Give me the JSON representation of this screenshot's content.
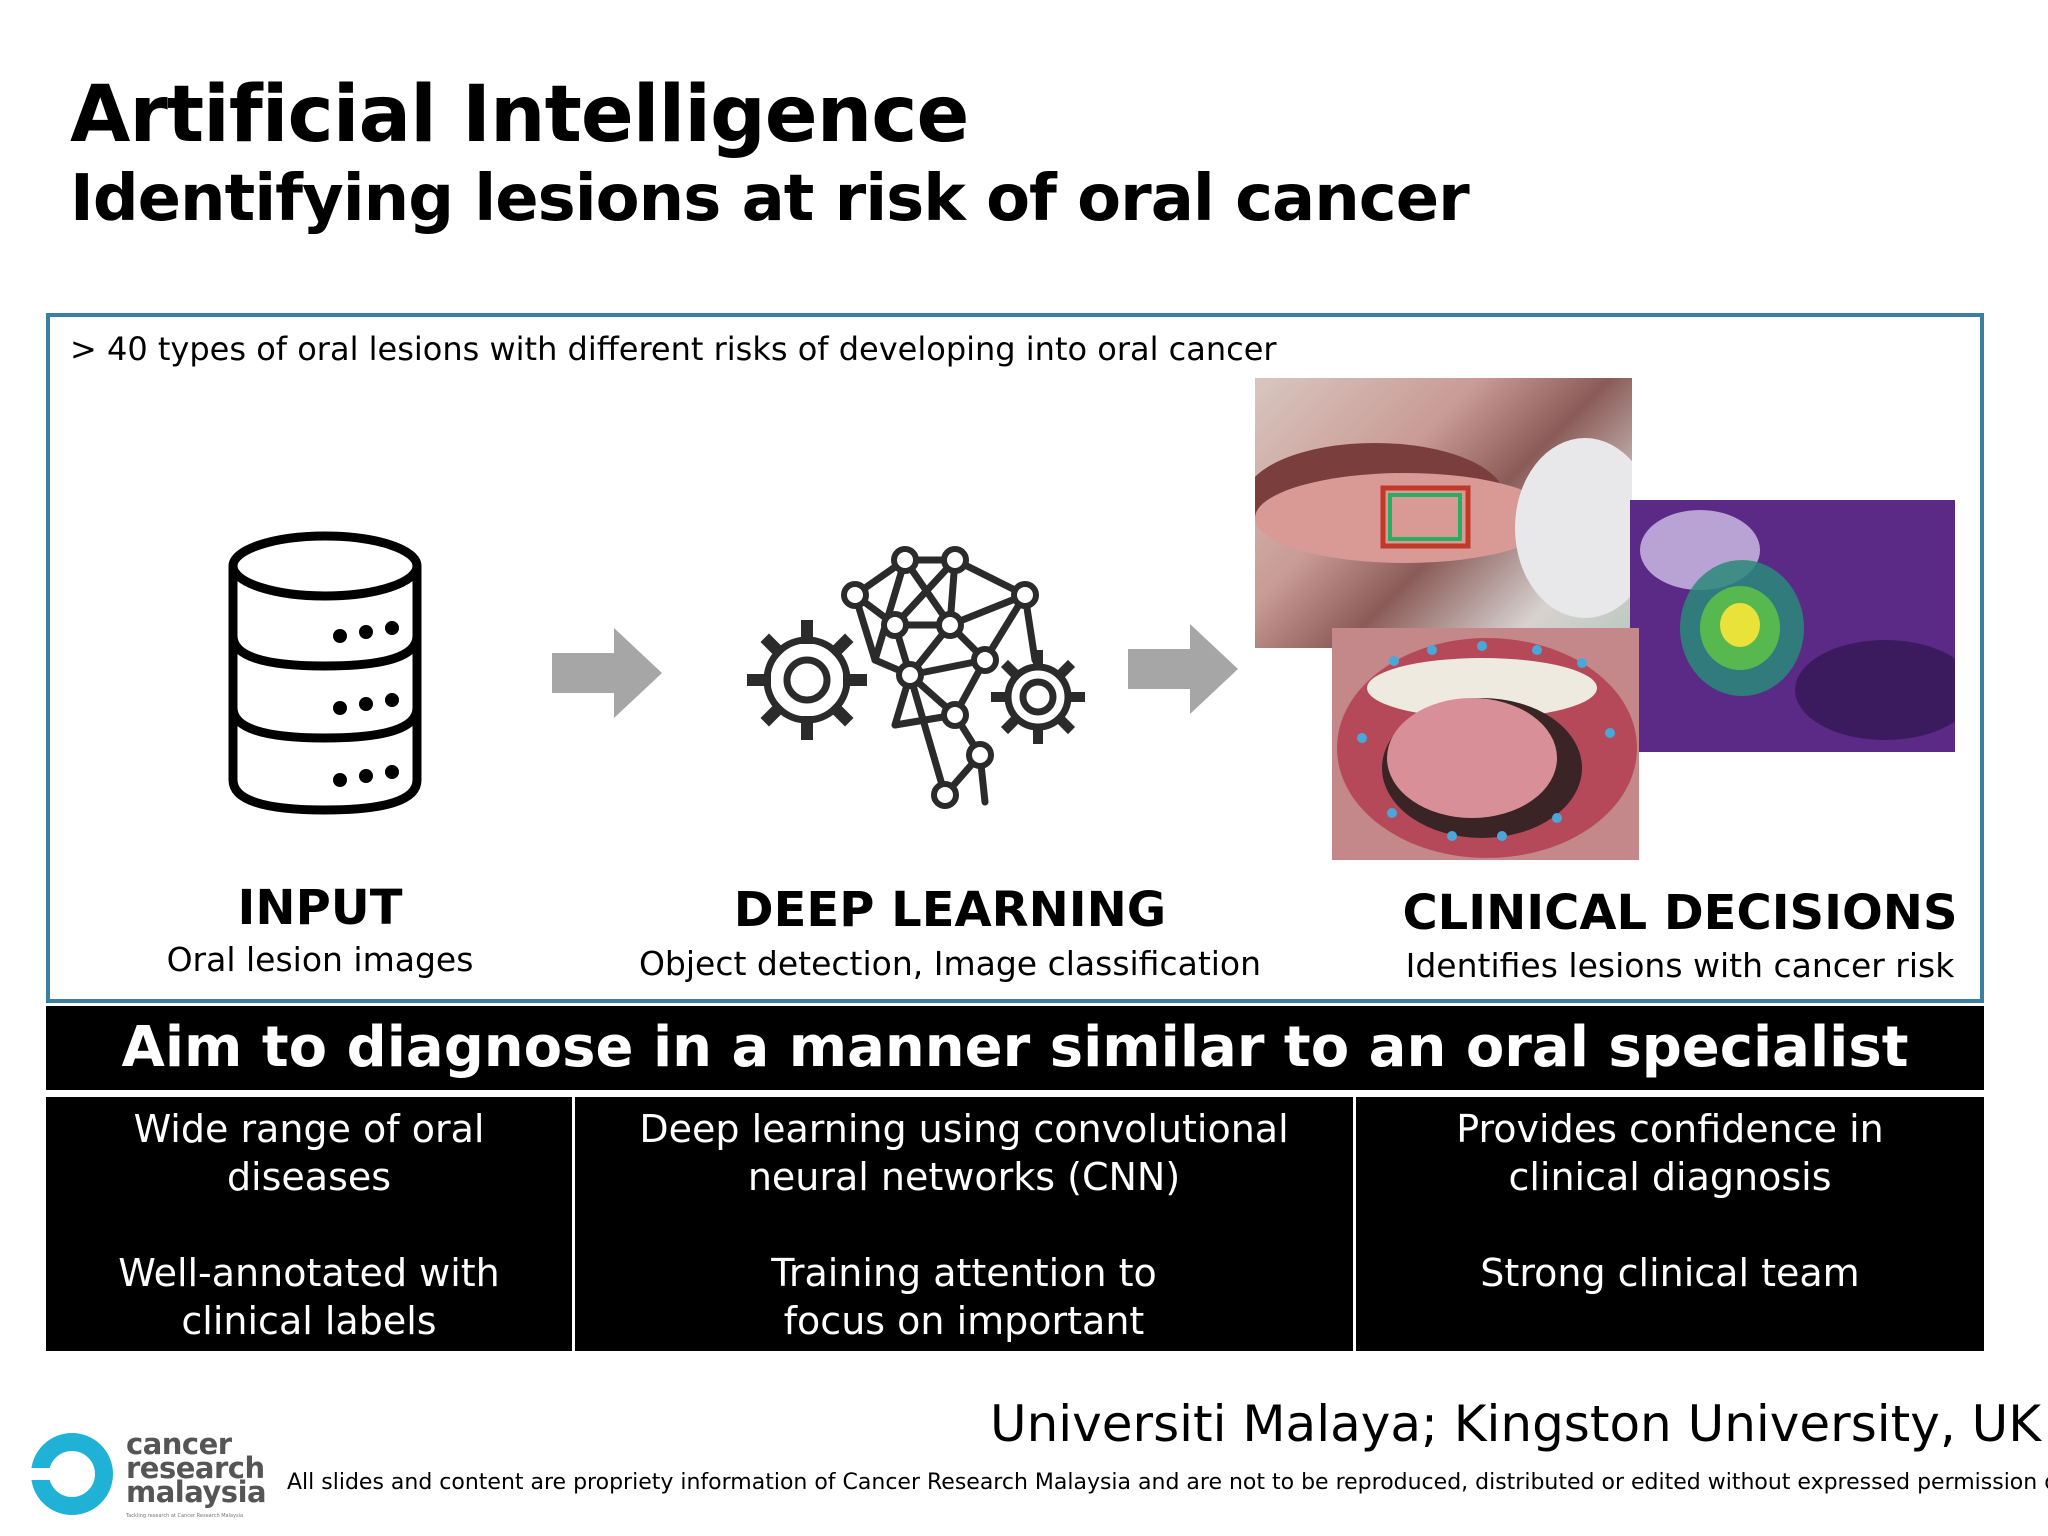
{
  "header": {
    "title": "Artificial Intelligence",
    "subtitle": "Identifying lesions at risk of oral cancer"
  },
  "panel": {
    "lead": "> 40 types of oral lesions with different risks of developing into oral cancer",
    "steps": [
      {
        "heading": "INPUT",
        "caption": "Oral lesion images",
        "icon": "database-icon"
      },
      {
        "heading": "DEEP LEARNING",
        "caption": "Object detection, Image classification",
        "icon": "brain-network-gears-icon"
      },
      {
        "heading": "CLINICAL DECISIONS",
        "caption": "Identifies lesions with cancer risk",
        "icon": "oral-lesion-photos"
      }
    ],
    "arrow_color": "#a6a6a6",
    "border_color": "#3a7ea0"
  },
  "aim": "Aim to diagnose in a manner similar to an oral specialist",
  "columns": [
    {
      "items": [
        "Wide range of oral diseases",
        "Well-annotated with clinical labels"
      ]
    },
    {
      "items": [
        "Deep learning using convolutional neural networks (CNN)",
        "Training attention to focus on important regions"
      ]
    },
    {
      "items": [
        "Provides confidence in clinical diagnosis",
        "Strong clinical team"
      ]
    }
  ],
  "affiliation": "Universiti Malaya; Kingston University, UK",
  "footer": "All slides and content are propriety information of Cancer Research Malaysia and are not to be reproduced, distributed or edited without expressed permission of CRMY",
  "logo": {
    "line1": "cancer",
    "line2": "research",
    "line3": "malaysia",
    "tagline": "Tackling research at Cancer Research Malaysia",
    "accent": "#1fb2d6"
  }
}
